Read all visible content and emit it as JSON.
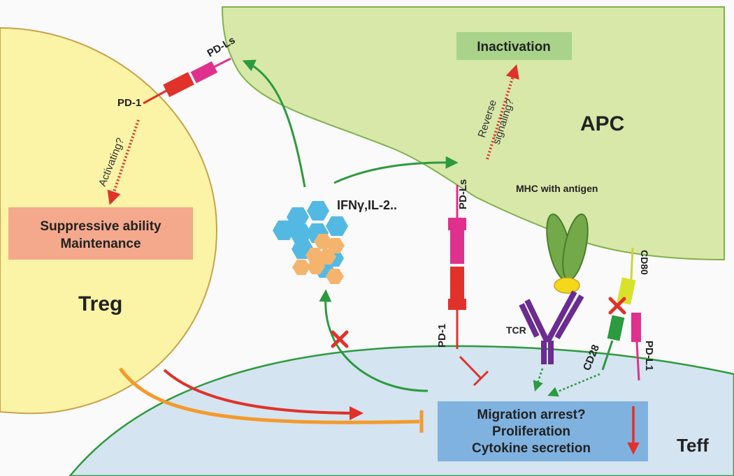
{
  "cells": {
    "treg": "Treg",
    "apc": "APC",
    "teff": "Teff"
  },
  "boxes": {
    "suppressive_line1": "Suppressive ability",
    "suppressive_line2": "Maintenance",
    "inactivation": "Inactivation",
    "effect_line1": "Migration arrest?",
    "effect_line2": "Proliferation",
    "effect_line3": "Cytokine secretion"
  },
  "labels": {
    "pd1_treg": "PD-1",
    "pdls_top": "PD-Ls",
    "activating": "Activating?",
    "cytokines": "IFNγ,IL-2..",
    "reverse1": "Reverse",
    "reverse2": "signaling?",
    "pdls_apc": "PD-Ls",
    "mhc": "MHC with antigen",
    "cd80": "CD80",
    "pd1_teff": "PD-1",
    "tcr": "TCR",
    "cd28": "CD28",
    "pdl1": "PD-L1"
  },
  "colors": {
    "treg_fill": "#fbf4a6",
    "apc_fill": "#d7e8a9",
    "teff_fill": "#d4e4f0",
    "green_arrow": "#2c9a3e",
    "red": "#e0312a",
    "orange": "#f39a2c",
    "magenta": "#e0308e",
    "suppressive_box": "#f4a98c",
    "inactivation_box": "#a9d38a",
    "effect_box": "#7fb2df",
    "tcr_purple": "#6a2c91",
    "hex_blue": "#53b9e2",
    "hex_orange": "#f5b46e"
  }
}
